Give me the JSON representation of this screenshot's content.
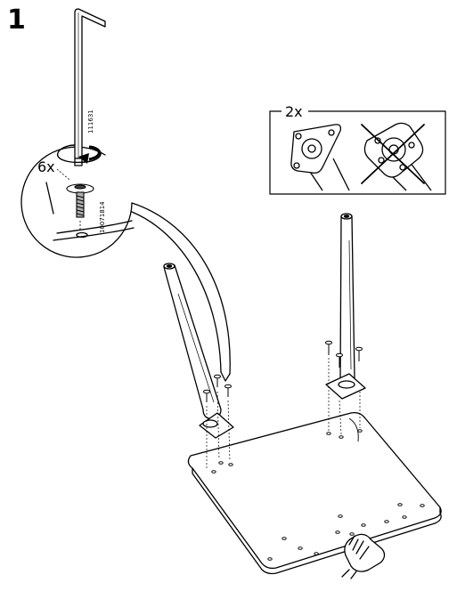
{
  "step": {
    "number": "1"
  },
  "detail_callout": {
    "quantity": "6x",
    "allen_key_code": "111631",
    "screw_code": "10071814"
  },
  "orientation_box": {
    "quantity": "2x",
    "correct_icon": "checkmark-implied",
    "incorrect_icon": "cross-mark"
  },
  "colors": {
    "ink": "#000000",
    "paper": "#ffffff",
    "metal": "#c8c8c8"
  }
}
